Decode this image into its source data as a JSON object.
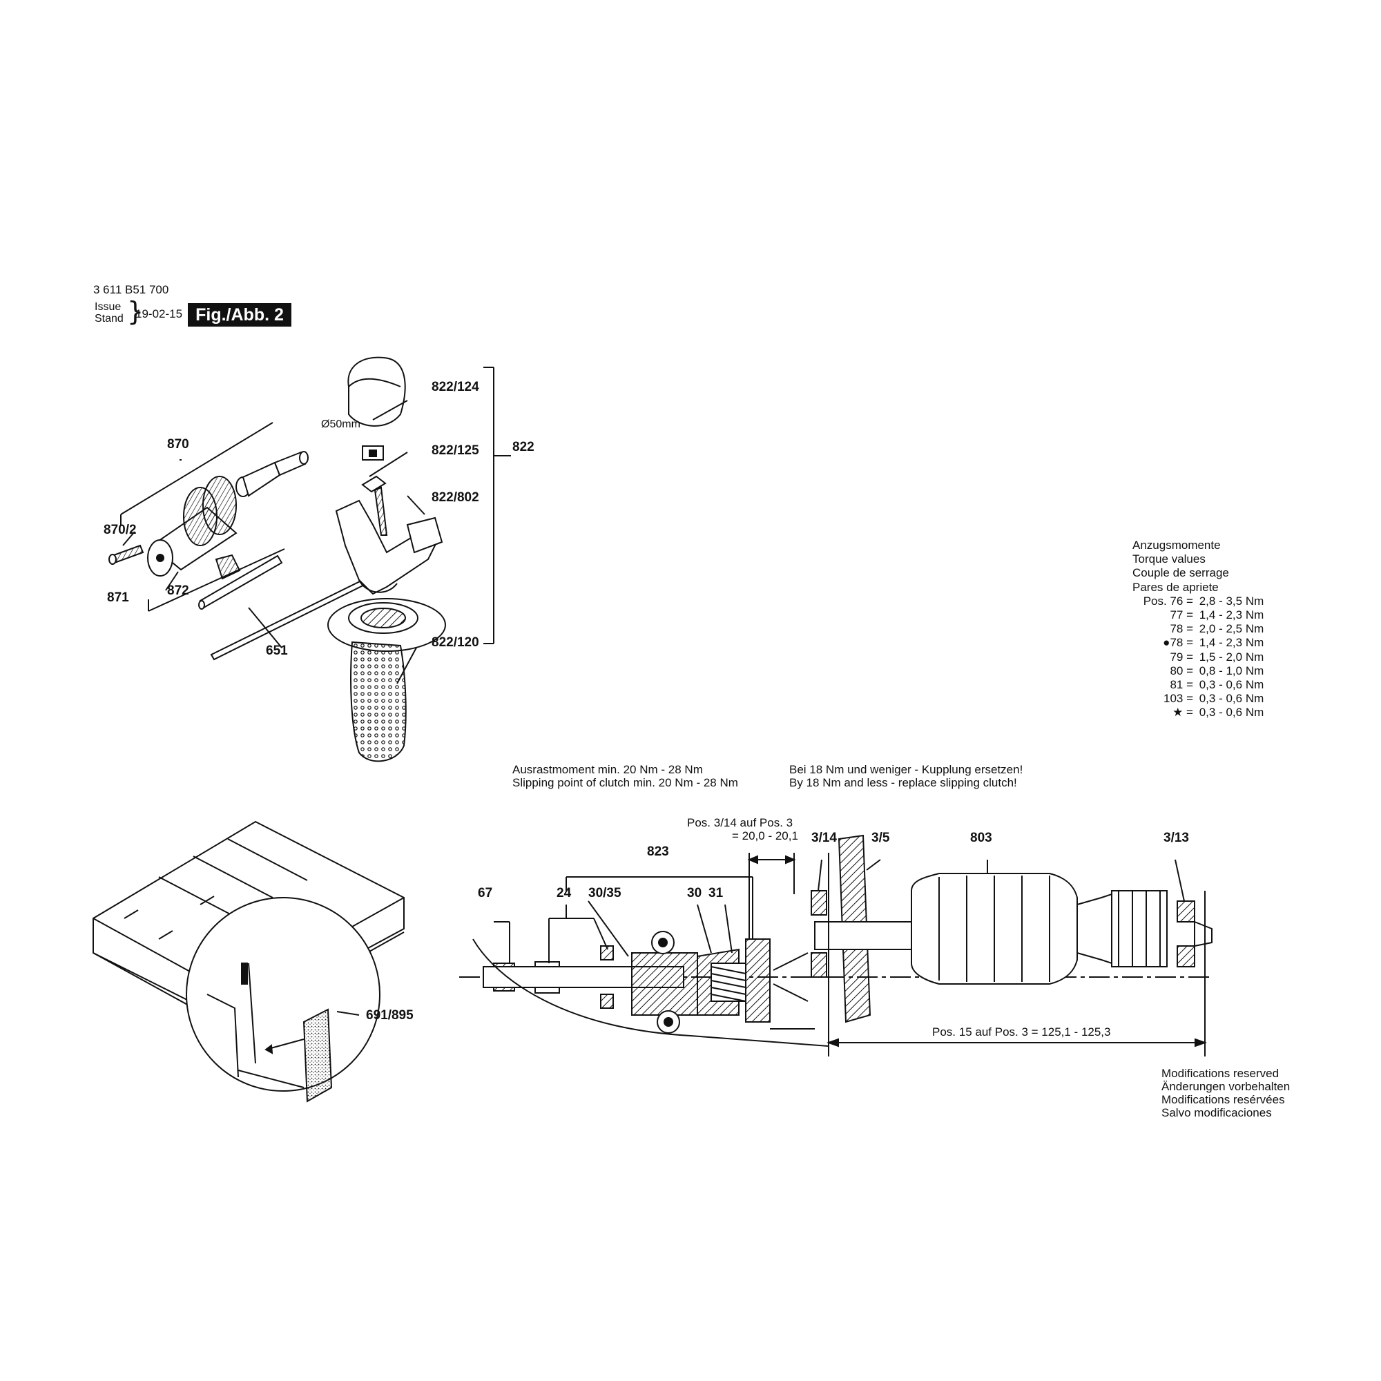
{
  "header": {
    "doc_number": "3 611 B51 700",
    "issue_label_1": "Issue",
    "issue_label_2": "Stand",
    "issue_date": "19-02-15",
    "figure_label": "Fig./Abb. 2"
  },
  "callouts": {
    "p870": "870",
    "p870_2": "870/2",
    "p871": "871",
    "p872": "872",
    "p651": "651",
    "p822_124": "822/124",
    "p822_125": "822/125",
    "p822": "822",
    "p822_802": "822/802",
    "p822_120": "822/120",
    "diameter": "Ø50mm",
    "p691_895": "691/895",
    "p67": "67",
    "p24": "24",
    "p30_35": "30/35",
    "p823": "823",
    "p30": "30",
    "p31": "31",
    "p3_14": "3/14",
    "p3_5": "3/5",
    "p803": "803",
    "p3_13": "3/13"
  },
  "torque_table": {
    "title_de": "Anzugsmomente",
    "title_en": "Torque values",
    "title_fr": "Couple de serrage",
    "title_es": "Pares de apriete",
    "rows": [
      {
        "key": "Pos. 76 =",
        "value": " 2,8 - 3,5 Nm"
      },
      {
        "key": "77 =",
        "value": " 1,4 - 2,3 Nm"
      },
      {
        "key": "78 =",
        "value": " 2,0 - 2,5 Nm"
      },
      {
        "key": "●78 =",
        "value": " 1,4 - 2,3 Nm"
      },
      {
        "key": "79 =",
        "value": " 1,5 - 2,0 Nm"
      },
      {
        "key": "80 =",
        "value": " 0,8 - 1,0 Nm"
      },
      {
        "key": "81 =",
        "value": " 0,3 - 0,6 Nm"
      },
      {
        "key": "103 =",
        "value": " 0,3 - 0,6 Nm"
      },
      {
        "key": "★ =",
        "value": " 0,3 - 0,6 Nm"
      }
    ]
  },
  "clutch_notes": {
    "slip_de": "Ausrastmoment min. 20 Nm - 28 Nm",
    "slip_en": "Slipping point of clutch min. 20 Nm - 28 Nm",
    "replace_de": "Bei 18 Nm und weniger - Kupplung ersetzen!",
    "replace_en": "By 18 Nm and less - replace slipping clutch!"
  },
  "dimensions": {
    "pos314_line1": "Pos. 3/14 auf Pos. 3",
    "pos314_line2": "= 20,0 - 20,1",
    "pos15": "Pos. 15 auf Pos. 3 = 125,1 - 125,3"
  },
  "footer": {
    "line1": "Modifications reserved",
    "line2": "Änderungen vorbehalten",
    "line3": "Modifications resérvées",
    "line4": "Salvo modificaciones"
  }
}
